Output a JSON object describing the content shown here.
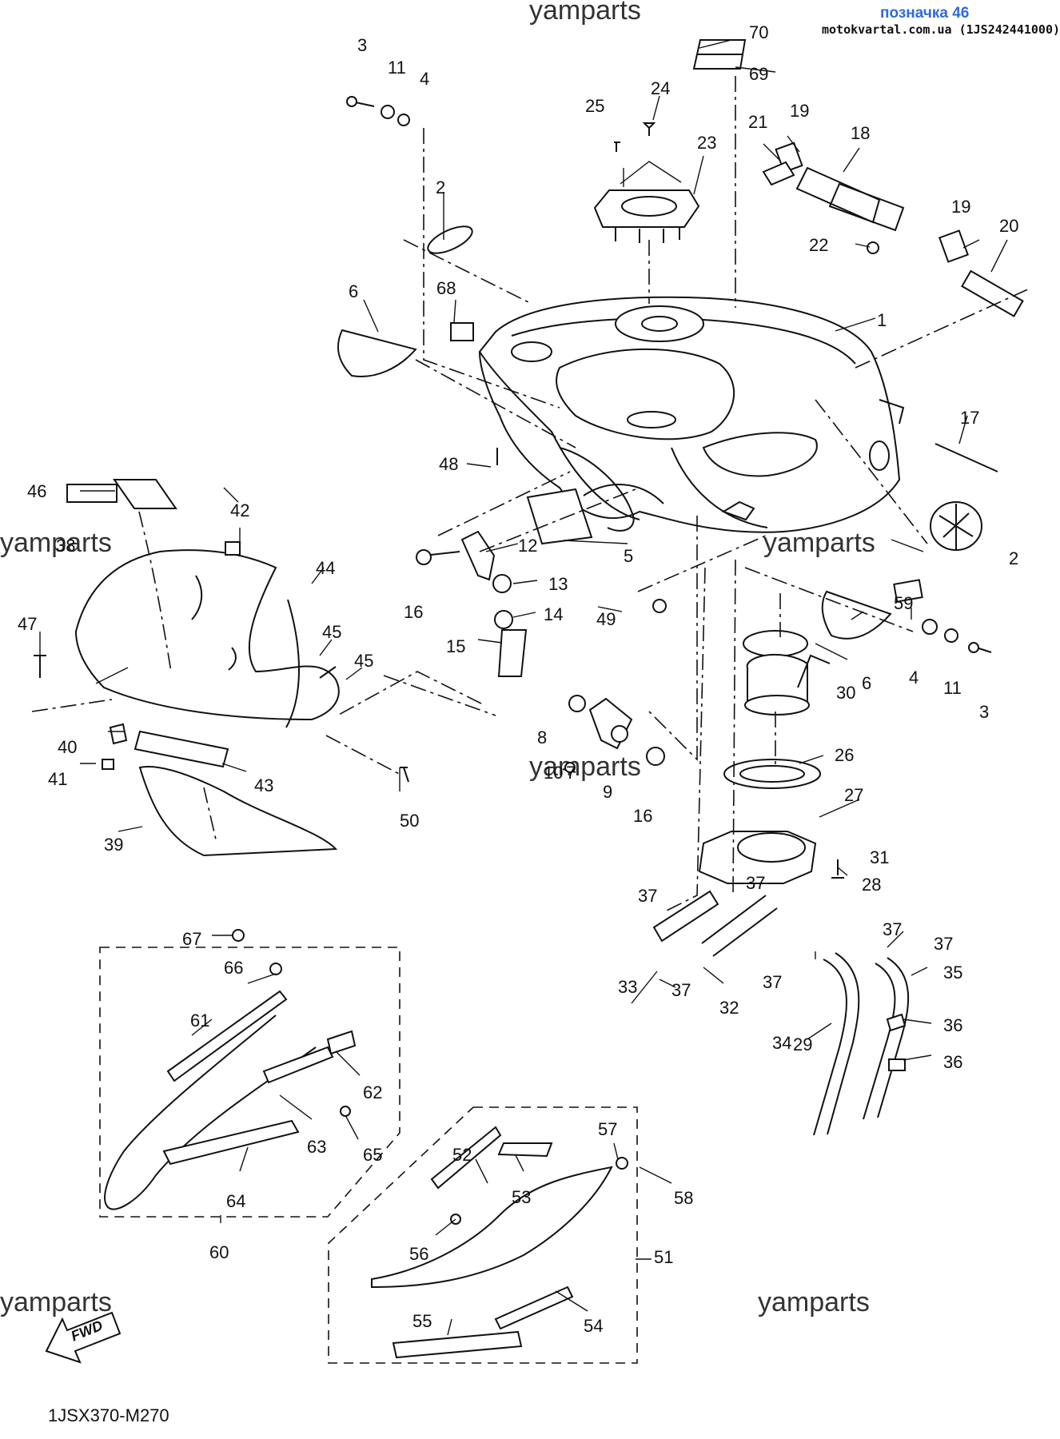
{
  "header": {
    "title": "позначка 46",
    "subtitle": "motokvartal.com.ua (1JS242441000)"
  },
  "watermarks": [
    "yamparts",
    "yamparts",
    "yamparts",
    "yamparts",
    "yamparts",
    "yamparts"
  ],
  "diagram_code": "1JSX370-M270",
  "fwd_label": "FWD",
  "callouts": [
    "1",
    "2",
    "2",
    "3",
    "3",
    "4",
    "4",
    "5",
    "6",
    "6",
    "8",
    "9",
    "10",
    "11",
    "11",
    "12",
    "13",
    "14",
    "15",
    "16",
    "16",
    "17",
    "18",
    "19",
    "19",
    "20",
    "21",
    "22",
    "23",
    "24",
    "25",
    "26",
    "27",
    "28",
    "29",
    "30",
    "31",
    "32",
    "33",
    "34",
    "35",
    "36",
    "36",
    "37",
    "37",
    "37",
    "37",
    "37",
    "37",
    "38",
    "39",
    "40",
    "41",
    "42",
    "43",
    "44",
    "45",
    "45",
    "46",
    "47",
    "48",
    "49",
    "50",
    "51",
    "52",
    "53",
    "54",
    "55",
    "56",
    "57",
    "58",
    "59",
    "60",
    "61",
    "62",
    "63",
    "64",
    "65",
    "66",
    "67",
    "68",
    "69",
    "70",
    "7"
  ],
  "colors": {
    "header_title": "#2f6bd6",
    "line": "#111111"
  }
}
